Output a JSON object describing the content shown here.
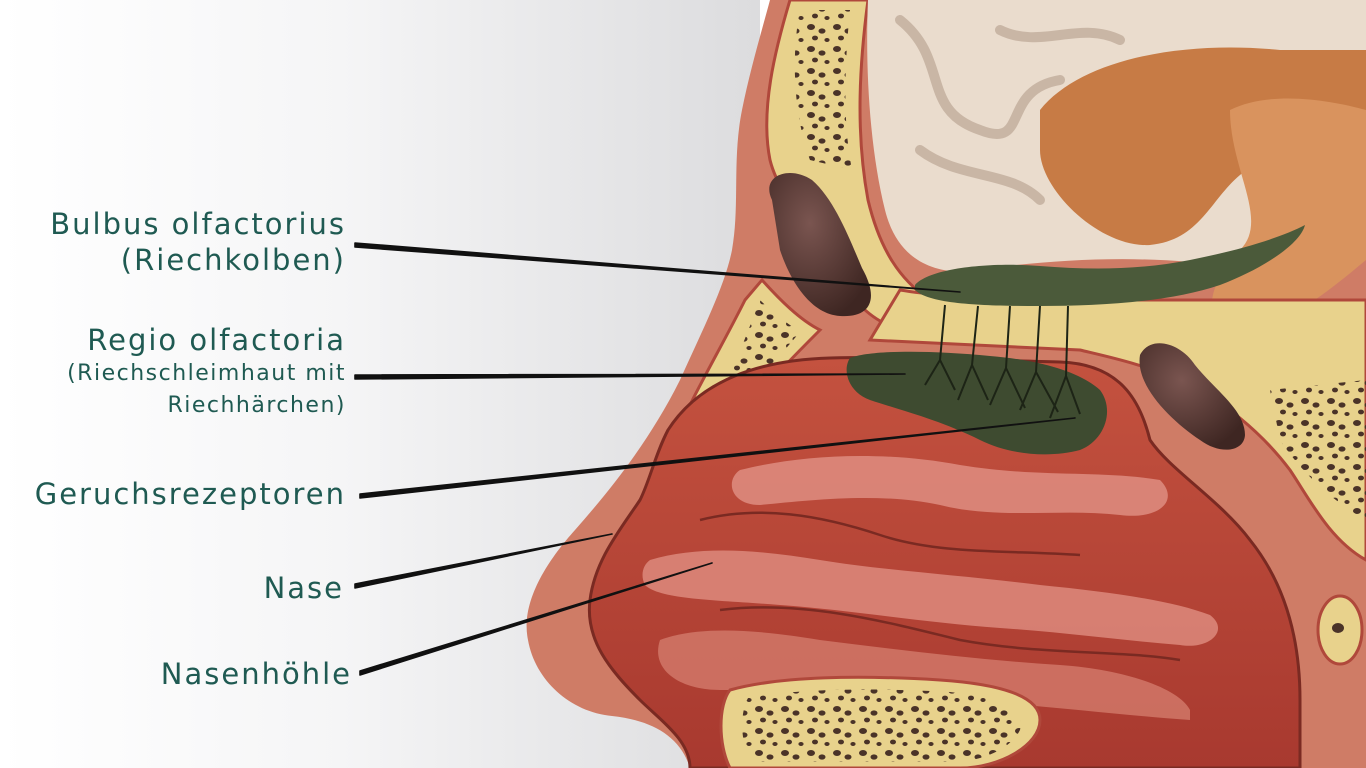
{
  "labels": {
    "bulbus": {
      "line1": "Bulbus olfactorius",
      "line2": "(Riechkolben)"
    },
    "regio": {
      "line1": "Regio olfactoria",
      "line2": "(Riechschleimhaut mit",
      "line3": "Riechhärchen)"
    },
    "geruchsrezeptoren": "Geruchsrezeptoren",
    "nase": "Nase",
    "nasenhoehle": "Nasenhöhle"
  },
  "colors": {
    "label_text": "#1f5a52",
    "skin": "#cf7c66",
    "bone": "#e8d28c",
    "bone_pores": "#4a3328",
    "brain": "#eadccd",
    "cerebellum": "#c77b45",
    "nasal_cavity": "#b8473a",
    "mucosa_highlight": "#dd8a7d",
    "olfactory_green": "#4b5a3a",
    "sinus": "#5a3a33",
    "pointer_line": "#111111"
  }
}
